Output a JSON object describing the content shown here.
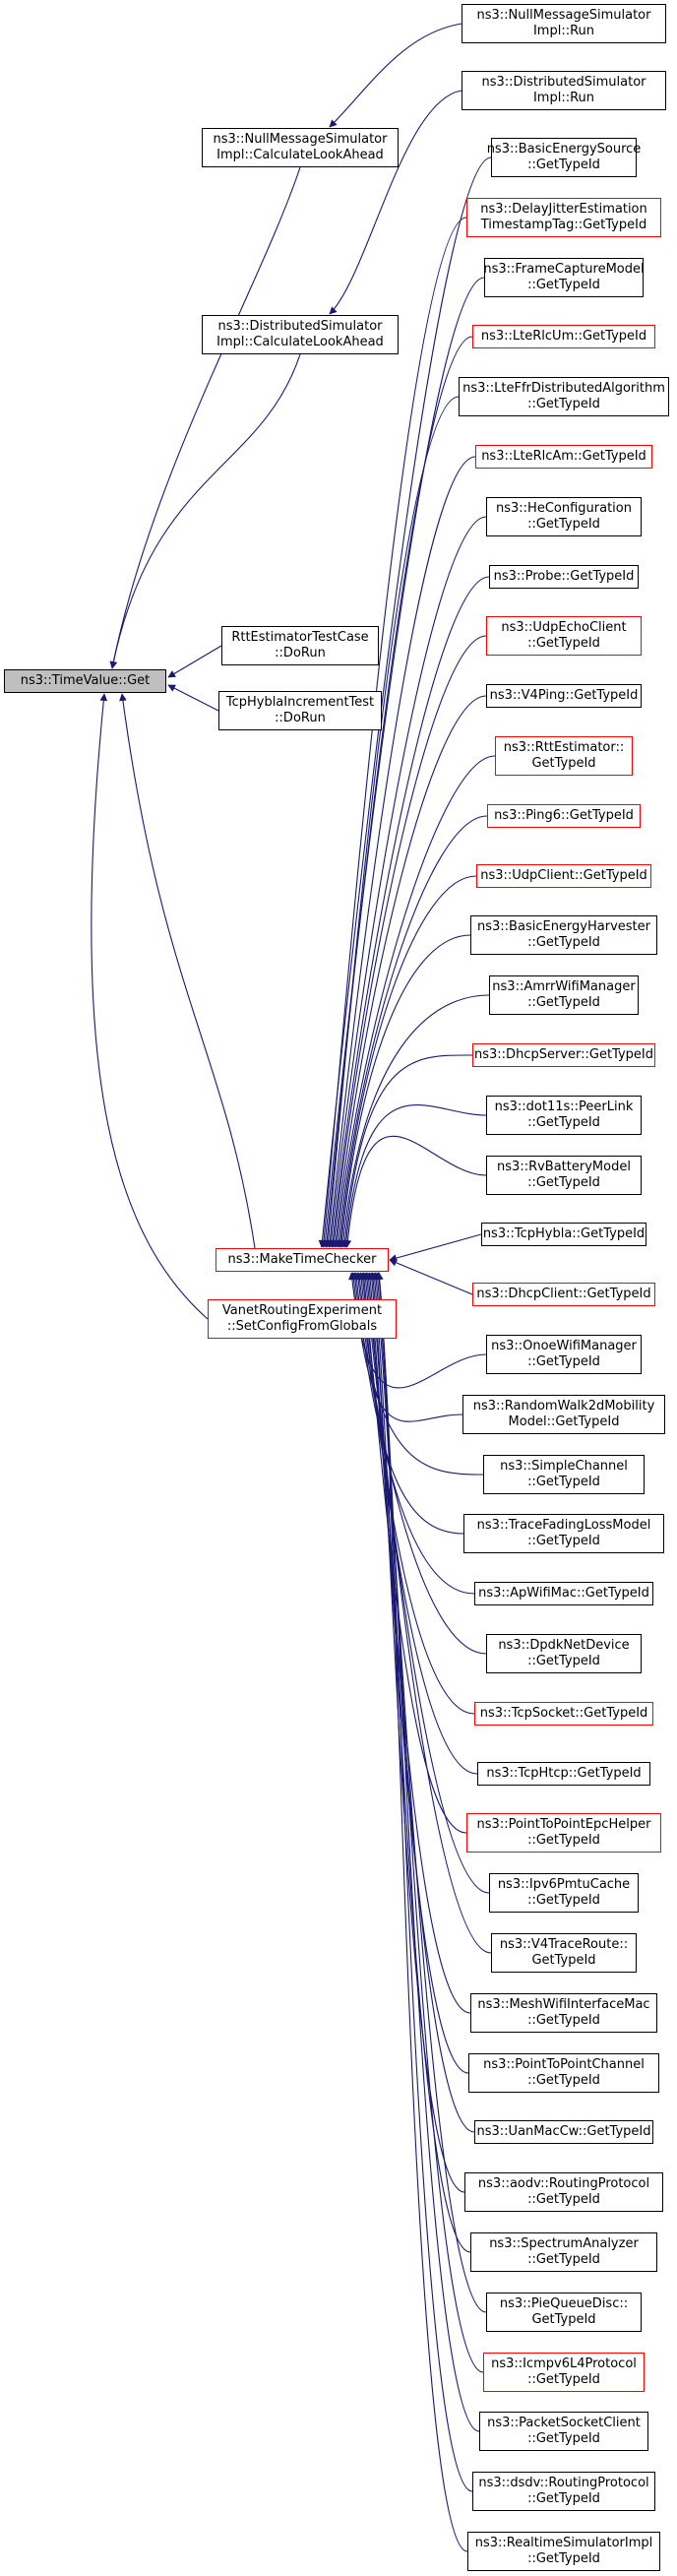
{
  "colors": {
    "edge": "#191970",
    "border": "#000000",
    "incomplete_border": "#ff0000",
    "root_fill": "#bfbfbf"
  },
  "nodes": [
    {
      "id": "root",
      "lines": [
        "ns3::TimeValue::Get"
      ],
      "style": "root"
    },
    {
      "id": "nullmsg_lookahead",
      "lines": [
        "ns3::NullMessageSimulator",
        "Impl::CalculateLookAhead"
      ],
      "style": "black"
    },
    {
      "id": "distsim_lookahead",
      "lines": [
        "ns3::DistributedSimulator",
        "Impl::CalculateLookAhead"
      ],
      "style": "black"
    },
    {
      "id": "rttest_dorun",
      "lines": [
        "RttEstimatorTestCase",
        "::DoRun"
      ],
      "style": "black"
    },
    {
      "id": "tcphybla_dorun",
      "lines": [
        "TcpHyblaIncrementTest",
        "::DoRun"
      ],
      "style": "black"
    },
    {
      "id": "maketimechecker",
      "lines": [
        "ns3::MakeTimeChecker"
      ],
      "style": "red"
    },
    {
      "id": "vanet",
      "lines": [
        "VanetRoutingExperiment",
        "::SetConfigFromGlobals"
      ],
      "style": "red"
    },
    {
      "id": "nullmsg_run",
      "lines": [
        "ns3::NullMessageSimulator",
        "Impl::Run"
      ],
      "style": "black"
    },
    {
      "id": "distsim_run",
      "lines": [
        "ns3::DistributedSimulator",
        "Impl::Run"
      ],
      "style": "black"
    },
    {
      "id": "c01",
      "lines": [
        "ns3::BasicEnergySource",
        "::GetTypeId"
      ],
      "style": "black"
    },
    {
      "id": "c02",
      "lines": [
        "ns3::DelayJitterEstimation",
        "TimestampTag::GetTypeId"
      ],
      "style": "red"
    },
    {
      "id": "c03",
      "lines": [
        "ns3::FrameCaptureModel",
        "::GetTypeId"
      ],
      "style": "black"
    },
    {
      "id": "c04",
      "lines": [
        "ns3::LteRlcUm::GetTypeId"
      ],
      "style": "red"
    },
    {
      "id": "c05",
      "lines": [
        "ns3::LteFfrDistributedAlgorithm",
        "::GetTypeId"
      ],
      "style": "black"
    },
    {
      "id": "c06",
      "lines": [
        "ns3::LteRlcAm::GetTypeId"
      ],
      "style": "red"
    },
    {
      "id": "c07",
      "lines": [
        "ns3::HeConfiguration",
        "::GetTypeId"
      ],
      "style": "black"
    },
    {
      "id": "c08",
      "lines": [
        "ns3::Probe::GetTypeId"
      ],
      "style": "black"
    },
    {
      "id": "c09",
      "lines": [
        "ns3::UdpEchoClient",
        "::GetTypeId"
      ],
      "style": "red"
    },
    {
      "id": "c10",
      "lines": [
        "ns3::V4Ping::GetTypeId"
      ],
      "style": "black"
    },
    {
      "id": "c11",
      "lines": [
        "ns3::RttEstimator::",
        "GetTypeId"
      ],
      "style": "red"
    },
    {
      "id": "c12",
      "lines": [
        "ns3::Ping6::GetTypeId"
      ],
      "style": "red"
    },
    {
      "id": "c13",
      "lines": [
        "ns3::UdpClient::GetTypeId"
      ],
      "style": "red"
    },
    {
      "id": "c14",
      "lines": [
        "ns3::BasicEnergyHarvester",
        "::GetTypeId"
      ],
      "style": "black"
    },
    {
      "id": "c15",
      "lines": [
        "ns3::AmrrWifiManager",
        "::GetTypeId"
      ],
      "style": "black"
    },
    {
      "id": "c16",
      "lines": [
        "ns3::DhcpServer::GetTypeId"
      ],
      "style": "red"
    },
    {
      "id": "c17",
      "lines": [
        "ns3::dot11s::PeerLink",
        "::GetTypeId"
      ],
      "style": "black"
    },
    {
      "id": "c18",
      "lines": [
        "ns3::RvBatteryModel",
        "::GetTypeId"
      ],
      "style": "black"
    },
    {
      "id": "c19",
      "lines": [
        "ns3::TcpHybla::GetTypeId"
      ],
      "style": "black"
    },
    {
      "id": "c20",
      "lines": [
        "ns3::DhcpClient::GetTypeId"
      ],
      "style": "red"
    },
    {
      "id": "c21",
      "lines": [
        "ns3::OnoeWifiManager",
        "::GetTypeId"
      ],
      "style": "black"
    },
    {
      "id": "c22",
      "lines": [
        "ns3::RandomWalk2dMobility",
        "Model::GetTypeId"
      ],
      "style": "black"
    },
    {
      "id": "c23",
      "lines": [
        "ns3::SimpleChannel",
        "::GetTypeId"
      ],
      "style": "black"
    },
    {
      "id": "c24",
      "lines": [
        "ns3::TraceFadingLossModel",
        "::GetTypeId"
      ],
      "style": "black"
    },
    {
      "id": "c25",
      "lines": [
        "ns3::ApWifiMac::GetTypeId"
      ],
      "style": "black"
    },
    {
      "id": "c26",
      "lines": [
        "ns3::DpdkNetDevice",
        "::GetTypeId"
      ],
      "style": "black"
    },
    {
      "id": "c27",
      "lines": [
        "ns3::TcpSocket::GetTypeId"
      ],
      "style": "red"
    },
    {
      "id": "c28",
      "lines": [
        "ns3::TcpHtcp::GetTypeId"
      ],
      "style": "black"
    },
    {
      "id": "c29",
      "lines": [
        "ns3::PointToPointEpcHelper",
        "::GetTypeId"
      ],
      "style": "red"
    },
    {
      "id": "c30",
      "lines": [
        "ns3::Ipv6PmtuCache",
        "::GetTypeId"
      ],
      "style": "black"
    },
    {
      "id": "c31",
      "lines": [
        "ns3::V4TraceRoute::",
        "GetTypeId"
      ],
      "style": "black"
    },
    {
      "id": "c32",
      "lines": [
        "ns3::MeshWifiInterfaceMac",
        "::GetTypeId"
      ],
      "style": "black"
    },
    {
      "id": "c33",
      "lines": [
        "ns3::PointToPointChannel",
        "::GetTypeId"
      ],
      "style": "black"
    },
    {
      "id": "c34",
      "lines": [
        "ns3::UanMacCw::GetTypeId"
      ],
      "style": "black"
    },
    {
      "id": "c35",
      "lines": [
        "ns3::aodv::RoutingProtocol",
        "::GetTypeId"
      ],
      "style": "black"
    },
    {
      "id": "c36",
      "lines": [
        "ns3::SpectrumAnalyzer",
        "::GetTypeId"
      ],
      "style": "black"
    },
    {
      "id": "c37",
      "lines": [
        "ns3::PieQueueDisc::",
        "GetTypeId"
      ],
      "style": "black"
    },
    {
      "id": "c38",
      "lines": [
        "ns3::Icmpv6L4Protocol",
        "::GetTypeId"
      ],
      "style": "red"
    },
    {
      "id": "c39",
      "lines": [
        "ns3::PacketSocketClient",
        "::GetTypeId"
      ],
      "style": "black"
    },
    {
      "id": "c40",
      "lines": [
        "ns3::dsdv::RoutingProtocol",
        "::GetTypeId"
      ],
      "style": "black"
    },
    {
      "id": "c41",
      "lines": [
        "ns3::RealtimeSimulatorImpl",
        "::GetTypeId"
      ],
      "style": "black"
    }
  ],
  "edges": [
    {
      "from": "nullmsg_lookahead",
      "to": "root"
    },
    {
      "from": "distsim_lookahead",
      "to": "root"
    },
    {
      "from": "rttest_dorun",
      "to": "root"
    },
    {
      "from": "tcphybla_dorun",
      "to": "root"
    },
    {
      "from": "maketimechecker",
      "to": "root"
    },
    {
      "from": "vanet",
      "to": "root"
    },
    {
      "from": "nullmsg_run",
      "to": "nullmsg_lookahead"
    },
    {
      "from": "distsim_run",
      "to": "distsim_lookahead"
    },
    {
      "from": "c01",
      "to": "maketimechecker"
    },
    {
      "from": "c02",
      "to": "maketimechecker"
    },
    {
      "from": "c03",
      "to": "maketimechecker"
    },
    {
      "from": "c04",
      "to": "maketimechecker"
    },
    {
      "from": "c05",
      "to": "maketimechecker"
    },
    {
      "from": "c06",
      "to": "maketimechecker"
    },
    {
      "from": "c07",
      "to": "maketimechecker"
    },
    {
      "from": "c08",
      "to": "maketimechecker"
    },
    {
      "from": "c09",
      "to": "maketimechecker"
    },
    {
      "from": "c10",
      "to": "maketimechecker"
    },
    {
      "from": "c11",
      "to": "maketimechecker"
    },
    {
      "from": "c12",
      "to": "maketimechecker"
    },
    {
      "from": "c13",
      "to": "maketimechecker"
    },
    {
      "from": "c14",
      "to": "maketimechecker"
    },
    {
      "from": "c15",
      "to": "maketimechecker"
    },
    {
      "from": "c16",
      "to": "maketimechecker"
    },
    {
      "from": "c17",
      "to": "maketimechecker"
    },
    {
      "from": "c18",
      "to": "maketimechecker"
    },
    {
      "from": "c19",
      "to": "maketimechecker"
    },
    {
      "from": "c20",
      "to": "maketimechecker"
    },
    {
      "from": "c21",
      "to": "maketimechecker"
    },
    {
      "from": "c22",
      "to": "maketimechecker"
    },
    {
      "from": "c23",
      "to": "maketimechecker"
    },
    {
      "from": "c24",
      "to": "maketimechecker"
    },
    {
      "from": "c25",
      "to": "maketimechecker"
    },
    {
      "from": "c26",
      "to": "maketimechecker"
    },
    {
      "from": "c27",
      "to": "maketimechecker"
    },
    {
      "from": "c28",
      "to": "maketimechecker"
    },
    {
      "from": "c29",
      "to": "maketimechecker"
    },
    {
      "from": "c30",
      "to": "maketimechecker"
    },
    {
      "from": "c31",
      "to": "maketimechecker"
    },
    {
      "from": "c32",
      "to": "maketimechecker"
    },
    {
      "from": "c33",
      "to": "maketimechecker"
    },
    {
      "from": "c34",
      "to": "maketimechecker"
    },
    {
      "from": "c35",
      "to": "maketimechecker"
    },
    {
      "from": "c36",
      "to": "maketimechecker"
    },
    {
      "from": "c37",
      "to": "maketimechecker"
    },
    {
      "from": "c38",
      "to": "maketimechecker"
    },
    {
      "from": "c39",
      "to": "maketimechecker"
    },
    {
      "from": "c40",
      "to": "maketimechecker"
    },
    {
      "from": "c41",
      "to": "maketimechecker"
    }
  ]
}
